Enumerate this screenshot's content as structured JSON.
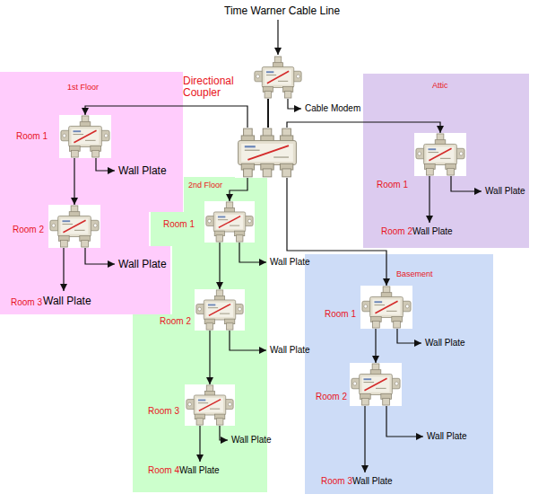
{
  "diagram": {
    "nodes": [
      {
        "text": [
          "Directional Coupler"
        ]
      },
      {
        "text": [
          "1st Floor"
        ]
      },
      {
        "text": [
          "Room 1"
        ],
        "in": 1
      },
      {
        "text": [
          "Room 2"
        ],
        "in": 1
      },
      {
        "text": [
          "2nd Floor"
        ]
      },
      {
        "text": [
          "Room 1"
        ],
        "in": 4
      },
      {
        "text": [
          "Room 2"
        ],
        "in": 4
      },
      {
        "text": [
          "Room 3"
        ],
        "in": 4
      },
      {
        "text": [
          "Attic"
        ]
      },
      {
        "text": [
          "Room 1"
        ],
        "in": 8
      },
      {
        "text": [
          "Basement"
        ]
      },
      {
        "text": [
          "Room 1"
        ],
        "in": 10
      },
      {
        "text": [
          "Room 2"
        ],
        "in": 10
      }
    ],
    "edges": [
      {
        "from": 0,
        "to": 2,
        "arrow": "to"
      },
      {
        "from": 0,
        "to": 5,
        "arrow": "to"
      },
      {
        "from": 0,
        "to": 9,
        "arrow": "to"
      },
      {
        "from": 0,
        "to": 11,
        "arrow": "to"
      },
      {
        "from": 2,
        "to": 3,
        "arrow": "to"
      },
      {
        "from": 5,
        "to": 6,
        "arrow": "to"
      },
      {
        "from": 6,
        "to": 7,
        "arrow": "to"
      },
      {
        "from": 11,
        "to": 12,
        "arrow": "to"
      }
    ],
    "labels": [
      "Time Warner Cable Line",
      "Cable Modem",
      "Wall Plate",
      "Wall Plate",
      "Room 3",
      "Wall Plate",
      "Wall Plate",
      "Wall Plate",
      "Wall Plate",
      "Room 4",
      "Wall Plate",
      "Wall Plate",
      "Room 2",
      "Wall Plate",
      "Wall Plate",
      "Wall Plate",
      "Room 3",
      "Wall Plate"
    ]
  }
}
